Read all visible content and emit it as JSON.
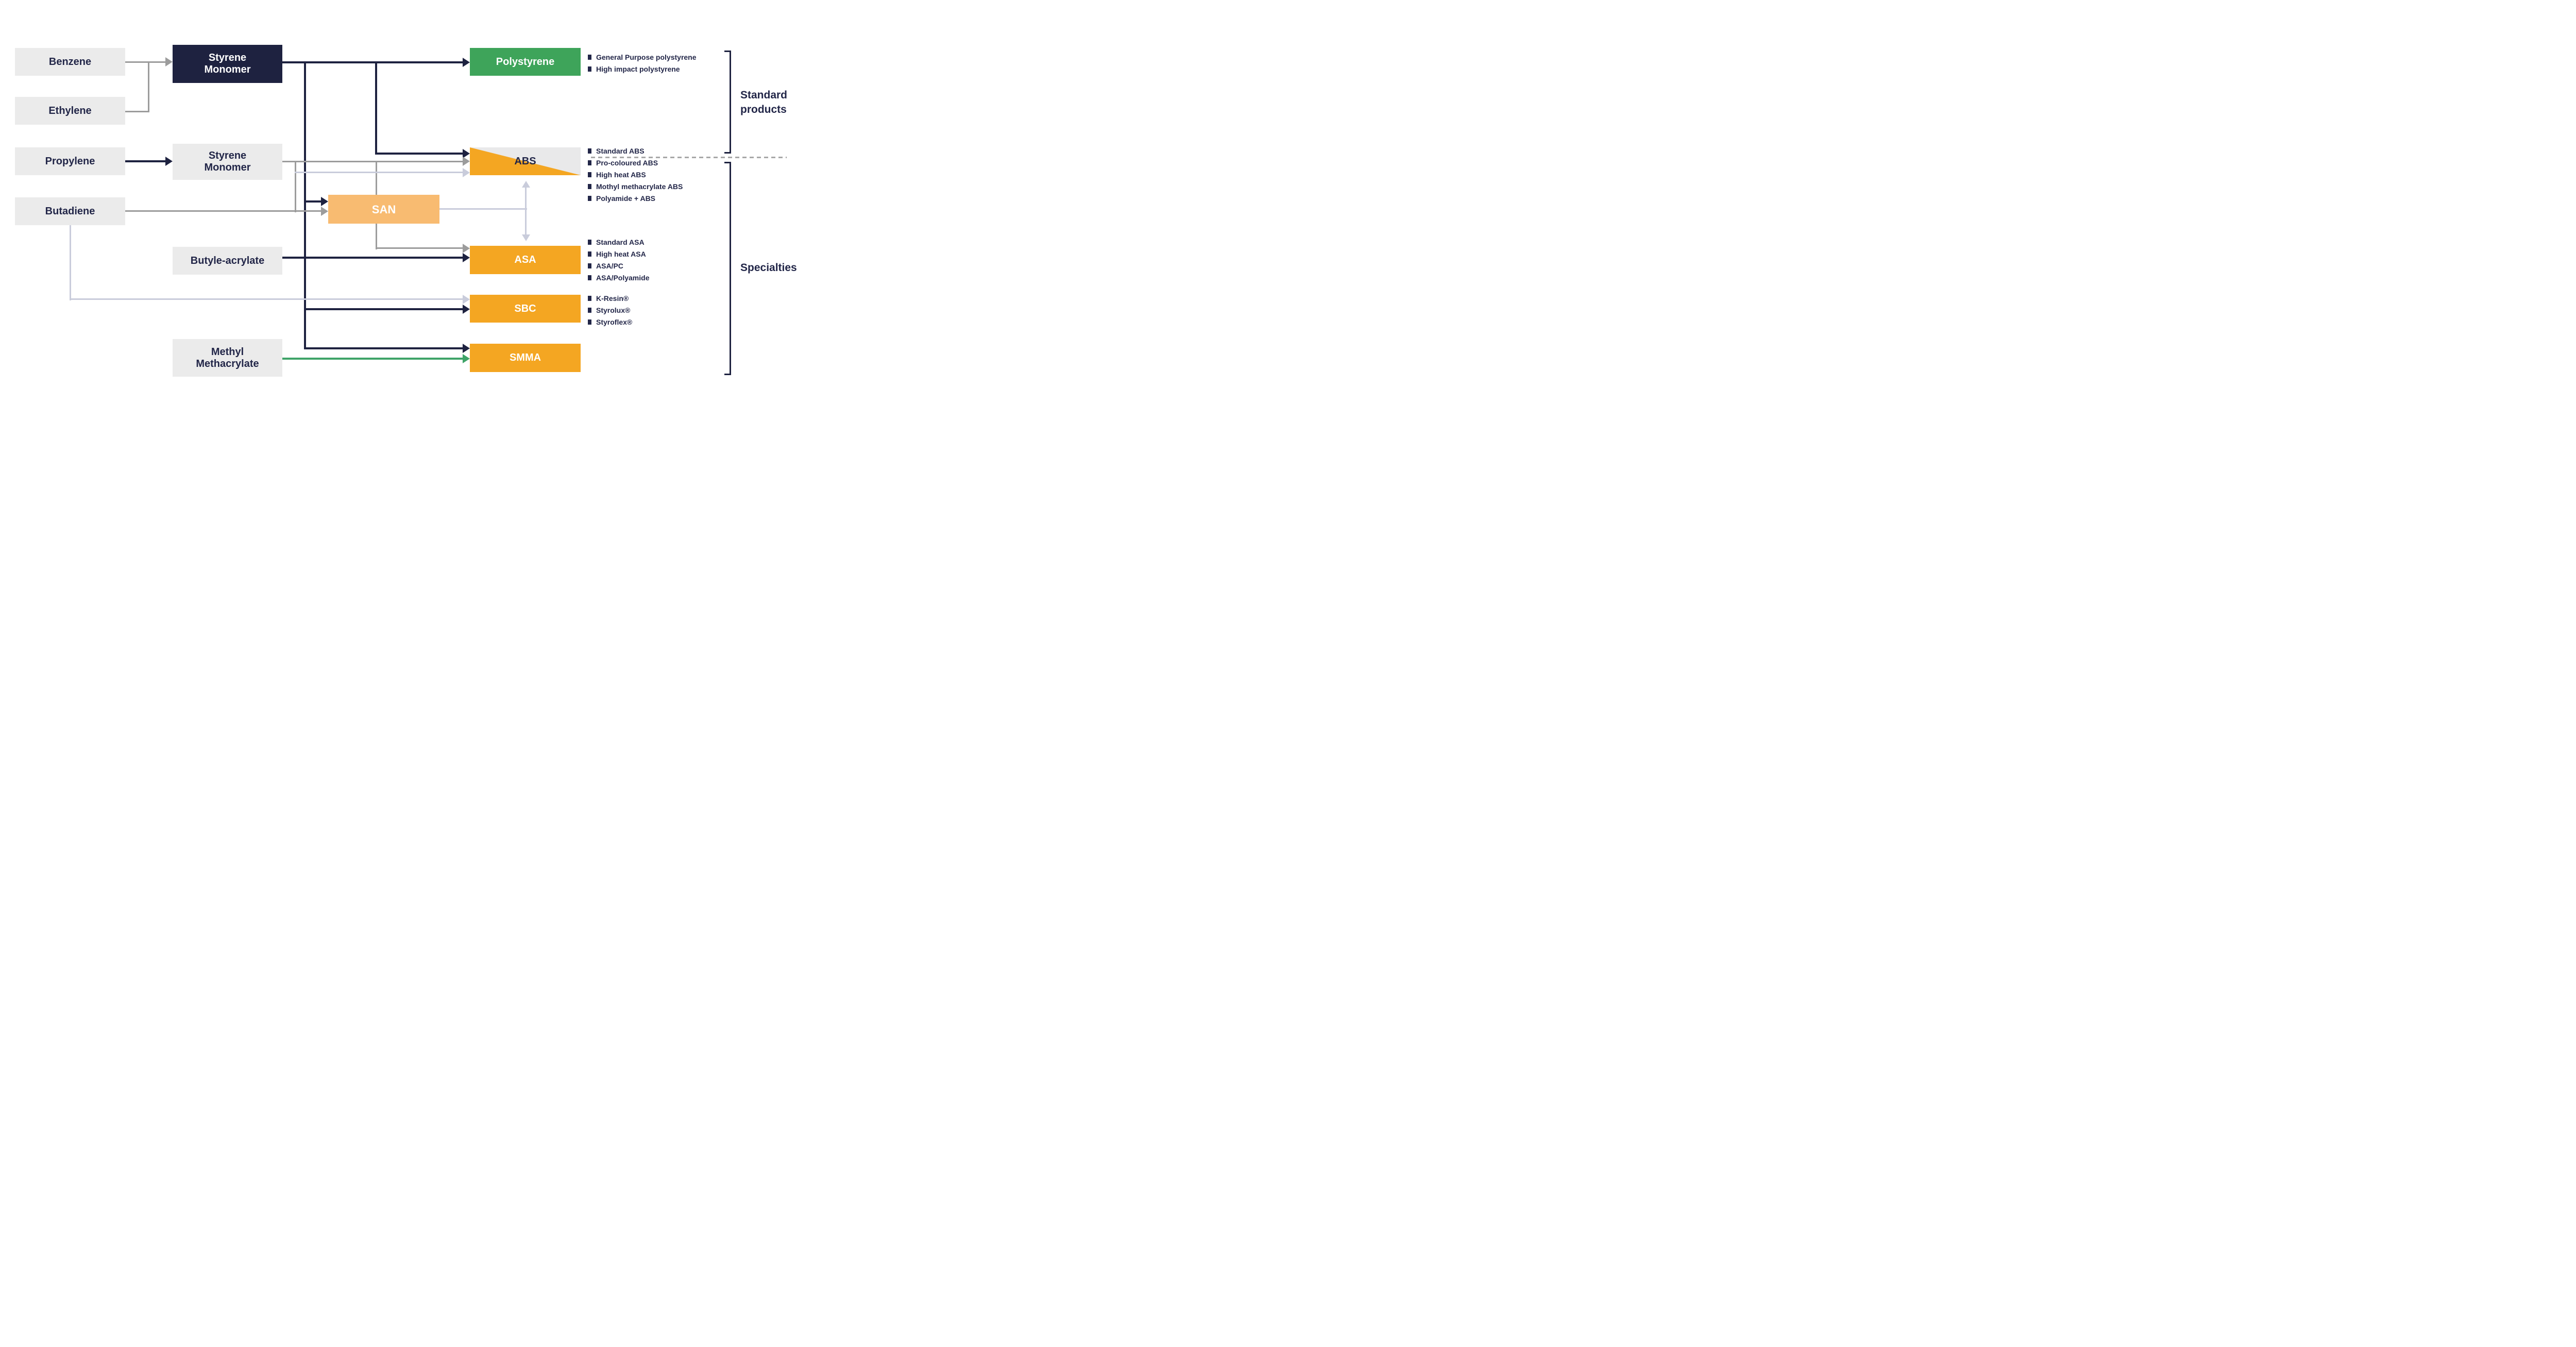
{
  "diagram": {
    "feedstocks": {
      "benzene": {
        "label": "Benzene"
      },
      "ethylene": {
        "label": "Ethylene"
      },
      "propylene": {
        "label": "Propylene"
      },
      "butadiene": {
        "label": "Butadiene"
      },
      "butyle_acrylate": {
        "label": "Butyle-acrylate"
      },
      "methyl_methacrylate": {
        "label": "Methyl Methacrylate"
      }
    },
    "intermediates": {
      "styrene_monomer_top": {
        "label": "Styrene Monomer"
      },
      "styrene_monomer_middle": {
        "label": "Styrene Monomer"
      },
      "san": {
        "label": "SAN"
      }
    },
    "products": {
      "polystyrene": {
        "label": "Polystyrene",
        "items": [
          "General Purpose polystyrene",
          "High impact polystyrene"
        ]
      },
      "abs": {
        "label": "ABS",
        "items": [
          "Standard ABS",
          "Pro-coloured ABS",
          "High heat ABS",
          "Mothyl methacrylate ABS",
          "Polyamide + ABS"
        ]
      },
      "asa": {
        "label": "ASA",
        "items": [
          "Standard ASA",
          "High heat ASA",
          "ASA/PC",
          "ASA/Polyamide"
        ]
      },
      "sbc": {
        "label": "SBC",
        "items": [
          "K-Resin®",
          "Styrolux®",
          "Styroflex®"
        ]
      },
      "smma": {
        "label": "SMMA",
        "items": []
      }
    },
    "groups": {
      "standard": {
        "label": "Standard products"
      },
      "specialties": {
        "label": "Specialties"
      }
    },
    "colors": {
      "navy": "#1E2240",
      "box_gray": "#EBEBEB",
      "green": "#3EA45A",
      "orange": "#F4A622",
      "light_orange": "#F8BB71",
      "line_gray": "#9C9C9C",
      "line_lavender": "#C9CCDB",
      "arrow_green": "#3FA468",
      "dashed_gray": "#A8A8A8"
    }
  }
}
